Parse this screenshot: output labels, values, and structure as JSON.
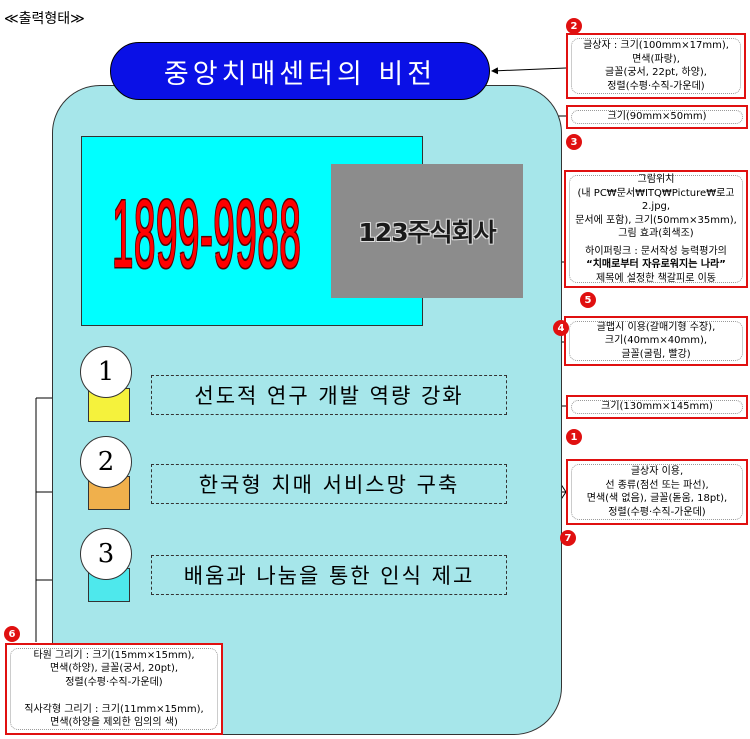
{
  "section_title": "≪출력형태≫",
  "title": "중앙치매센터의 비전",
  "phone": "1899-9988",
  "logo_text": "123주식회사",
  "items": [
    {
      "num": "1",
      "text": "선도적 연구 개발 역량 강화",
      "square_color": "#f5f23c"
    },
    {
      "num": "2",
      "text": "한국형 치매 서비스망 구축",
      "square_color": "#f0b04c"
    },
    {
      "num": "3",
      "text": "배움과 나눔을 통한 인식 제고",
      "square_color": "#4ee8ec"
    }
  ],
  "badges": [
    "1",
    "2",
    "3",
    "4",
    "5",
    "6",
    "7"
  ],
  "notes": {
    "n2": [
      "글상자 : 크기(100mm×17mm),",
      "면색(파랑),",
      "글꼴(궁서, 22pt, 하양),",
      "정렬(수평·수직-가운데)"
    ],
    "n3": [
      "크기(90mm×50mm)"
    ],
    "n5a": [
      "그림위치",
      "(내 PC₩문서₩ITQ₩Picture₩로고2.jpg,",
      "문서에 포함), 크기(50mm×35mm),",
      "그림 효과(회색조)"
    ],
    "n5b_pre": "하이퍼링크 : 문서작성 능력평가의",
    "n5b_bold": "“치매로부터 자유로워지는 나라”",
    "n5b_post": "제목에 설정한 책갈피로 이동",
    "n4": [
      "글맵시 이용(갈매기형 수장),",
      "크기(40mm×40mm),",
      "글꼴(굴림, 빨강)"
    ],
    "n1": [
      "크기(130mm×145mm)"
    ],
    "n7": [
      "글상자 이용,",
      "선 종류(점선 또는 파선),",
      "면색(색 없음), 글꼴(돋움, 18pt),",
      "정렬(수평·수직-가운데)"
    ],
    "n6": [
      "타원 그리기 : 크기(15mm×15mm),",
      "면색(하양), 글꼴(궁서, 20pt),",
      "정렬(수평·수직-가운데)",
      "",
      "직사각형 그리기 : 크기(11mm×15mm),",
      "면색(하양을 제외한 임의의 색)"
    ]
  },
  "colors": {
    "title_fill": "#0a10e6",
    "panel_fill": "#a6e6ea",
    "cyan_fill": "#00ffff",
    "note_border": "#e01010",
    "phone_color": "#ff0000"
  }
}
